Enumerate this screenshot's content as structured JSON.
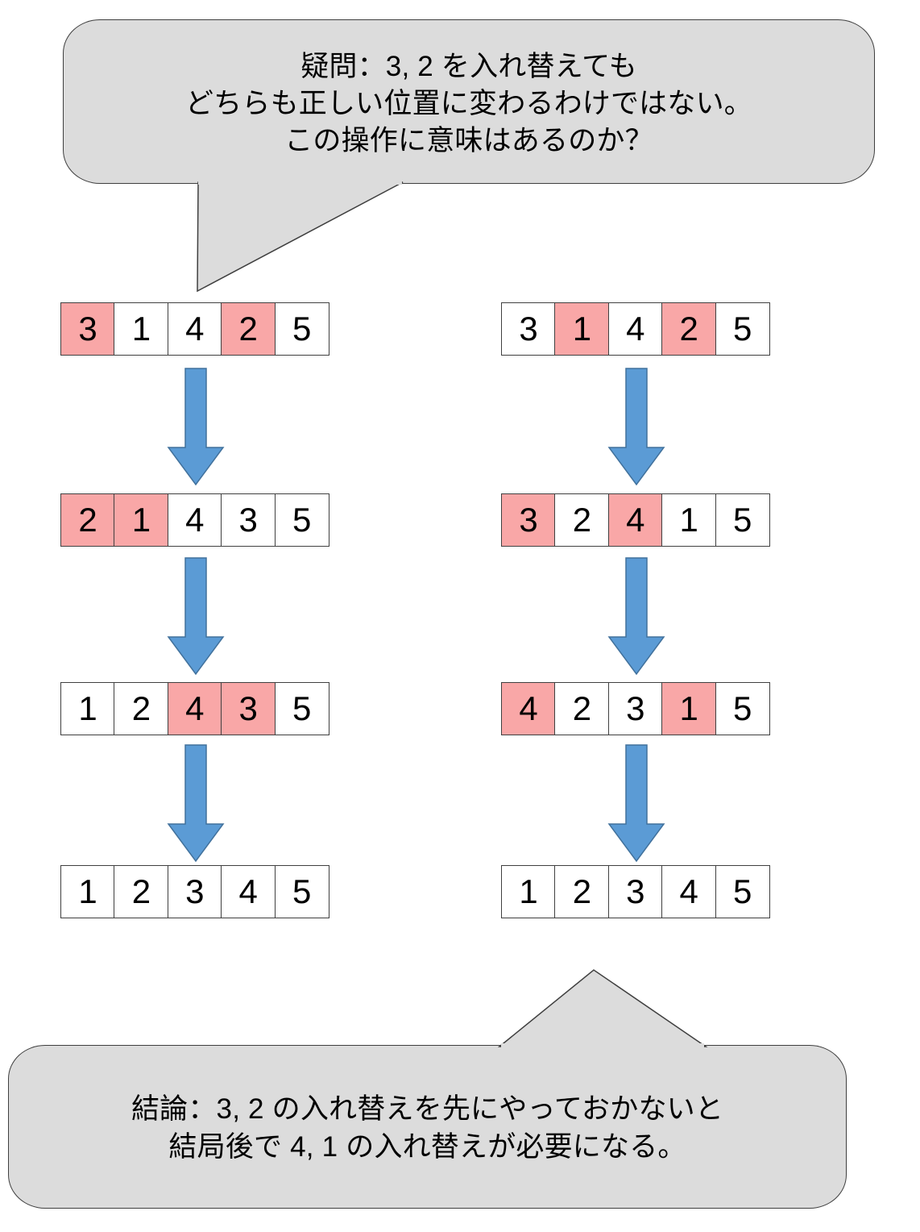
{
  "colors": {
    "callout_fill": "#dcdcdc",
    "callout_stroke": "#3f3f3f",
    "cell_border": "#404040",
    "cell_fill": "#ffffff",
    "highlight_fill": "#f9a7a7",
    "arrow_fill": "#5b9bd5",
    "arrow_stroke": "#41719c",
    "text": "#000000",
    "background": "#ffffff"
  },
  "callouts": {
    "question": {
      "name": "question-callout",
      "lines": [
        "疑問：3, 2 を入れ替えても",
        "どちらも正しい位置に変わるわけではない。",
        "この操作に意味はあるのか？"
      ]
    },
    "conclusion": {
      "name": "conclusion-callout",
      "lines": [
        "結論：3, 2 の入れ替えを先にやっておかないと",
        "結局後で 4, 1 の入れ替えが必要になる。"
      ]
    }
  },
  "columns": [
    {
      "id": "left",
      "name": "left-sequence",
      "steps": [
        {
          "values": [
            "3",
            "1",
            "4",
            "2",
            "5"
          ],
          "highlighted": [
            0,
            3
          ]
        },
        {
          "values": [
            "2",
            "1",
            "4",
            "3",
            "5"
          ],
          "highlighted": [
            0,
            1
          ]
        },
        {
          "values": [
            "1",
            "2",
            "4",
            "3",
            "5"
          ],
          "highlighted": [
            2,
            3
          ]
        },
        {
          "values": [
            "1",
            "2",
            "3",
            "4",
            "5"
          ],
          "highlighted": []
        }
      ]
    },
    {
      "id": "right",
      "name": "right-sequence",
      "steps": [
        {
          "values": [
            "3",
            "1",
            "4",
            "2",
            "5"
          ],
          "highlighted": [
            1,
            3
          ]
        },
        {
          "values": [
            "3",
            "2",
            "4",
            "1",
            "5"
          ],
          "highlighted": [
            0,
            2
          ]
        },
        {
          "values": [
            "4",
            "2",
            "3",
            "1",
            "5"
          ],
          "highlighted": [
            0,
            3
          ]
        },
        {
          "values": [
            "1",
            "2",
            "3",
            "4",
            "5"
          ],
          "highlighted": []
        }
      ]
    }
  ],
  "arrows": {
    "name": "down-arrow",
    "count_per_column": 3,
    "direction": "down"
  }
}
